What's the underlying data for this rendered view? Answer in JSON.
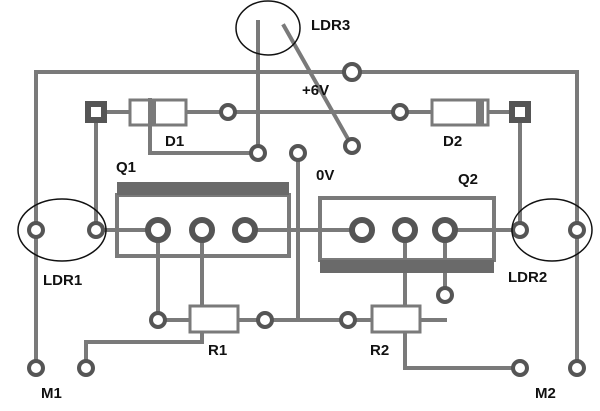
{
  "colors": {
    "background": "#ffffff",
    "trace": "#7a7a7a",
    "pad_ring": "#555555",
    "transistor_band": "#6a6a6a",
    "outline": "#111111"
  },
  "labels": {
    "ldr3": "LDR3",
    "plus6v": "+6V",
    "d1": "D1",
    "d2": "D2",
    "q1": "Q1",
    "zero_v": "0V",
    "q2": "Q2",
    "ldr1": "LDR1",
    "ldr2": "LDR2",
    "r1": "R1",
    "r2": "R2",
    "m1": "M1",
    "m2": "M2"
  }
}
